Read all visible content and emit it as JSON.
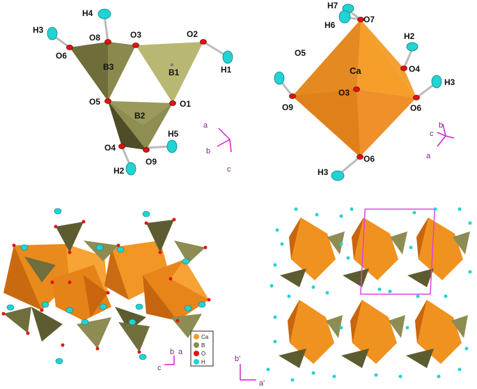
{
  "panel_tl": {
    "atom_labels": [
      "H4",
      "H3",
      "O8",
      "O3",
      "O2",
      "O6",
      "B3",
      "B1",
      "H1",
      "O5",
      "O1",
      "B2",
      "H5",
      "O4",
      "O9",
      "H2"
    ],
    "axes": {
      "a": "a",
      "b": "b",
      "c": "c"
    }
  },
  "panel_tr": {
    "atom_labels": [
      "H7",
      "O7",
      "H6",
      "H2",
      "O5",
      "O4",
      "O3",
      "H3",
      "O9",
      "O6",
      "O6",
      "H3"
    ],
    "center_label": "Ca",
    "axes": {
      "a": "a",
      "b": "b",
      "c": "c"
    }
  },
  "panel_bl": {
    "legend": [
      {
        "label": "Ca",
        "color": "#f39a22"
      },
      {
        "label": "B",
        "color": "#8d8a4e"
      },
      {
        "label": "O",
        "color": "#e01414"
      },
      {
        "label": "H",
        "color": "#22d3d3"
      }
    ],
    "axes": {
      "a": "a",
      "b": "b",
      "c": "c"
    }
  },
  "panel_br": {
    "axes": {
      "a": "a'",
      "b": "b'"
    }
  },
  "colors": {
    "ca": "#f39a22",
    "ca_dark": "#c8650b",
    "b_light": "#b6b56a",
    "b_dark": "#5b5a30",
    "o": "#e01414",
    "h": "#22d3d3",
    "axis": "#cc22cc",
    "cell": "#e040e0"
  }
}
